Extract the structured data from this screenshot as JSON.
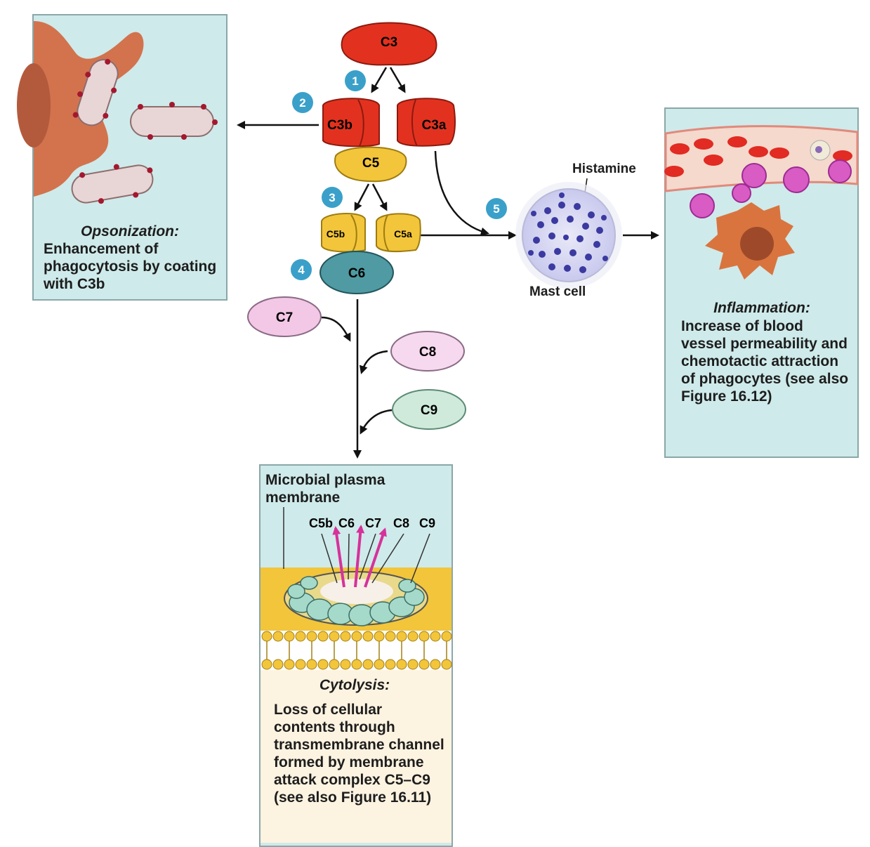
{
  "components": {
    "c3": "C3",
    "c3b": "C3b",
    "c3a": "C3a",
    "c5": "C5",
    "c5b": "C5b",
    "c5a": "C5a",
    "c6": "C6",
    "c7": "C7",
    "c8": "C8",
    "c9": "C9"
  },
  "steps": [
    "1",
    "2",
    "3",
    "4",
    "5"
  ],
  "opsonization": {
    "title": "Opsonization:",
    "description": "Enhancement of phagocytosis by coating with C3b"
  },
  "mast_cell": {
    "label": "Mast cell",
    "histamine_label": "Histamine"
  },
  "inflammation": {
    "title": "Inflammation:",
    "description": "Increase of blood vessel permeability and chemotactic attraction of phagocytes (see also Figure 16.12)"
  },
  "cytolysis": {
    "membrane_label": "Microbial plasma membrane",
    "channel_labels": [
      "C5b",
      "C6",
      "C7",
      "C8",
      "C9"
    ],
    "title": "Cytolysis:",
    "description": "Loss of cellular contents through transmembrane channel formed by membrane attack complex C5–C9 (see also Figure 16.11)"
  },
  "colors": {
    "c3": "#e2321f",
    "c5": "#f2c53b",
    "c6": "#4f9aa3",
    "c7": "#f3c7e6",
    "c8": "#f6d9ef",
    "c9": "#cfeadb",
    "step_badge": "#3aa0c9",
    "panel_bg": "#cfeaea",
    "membrane": "#f2c53b"
  }
}
